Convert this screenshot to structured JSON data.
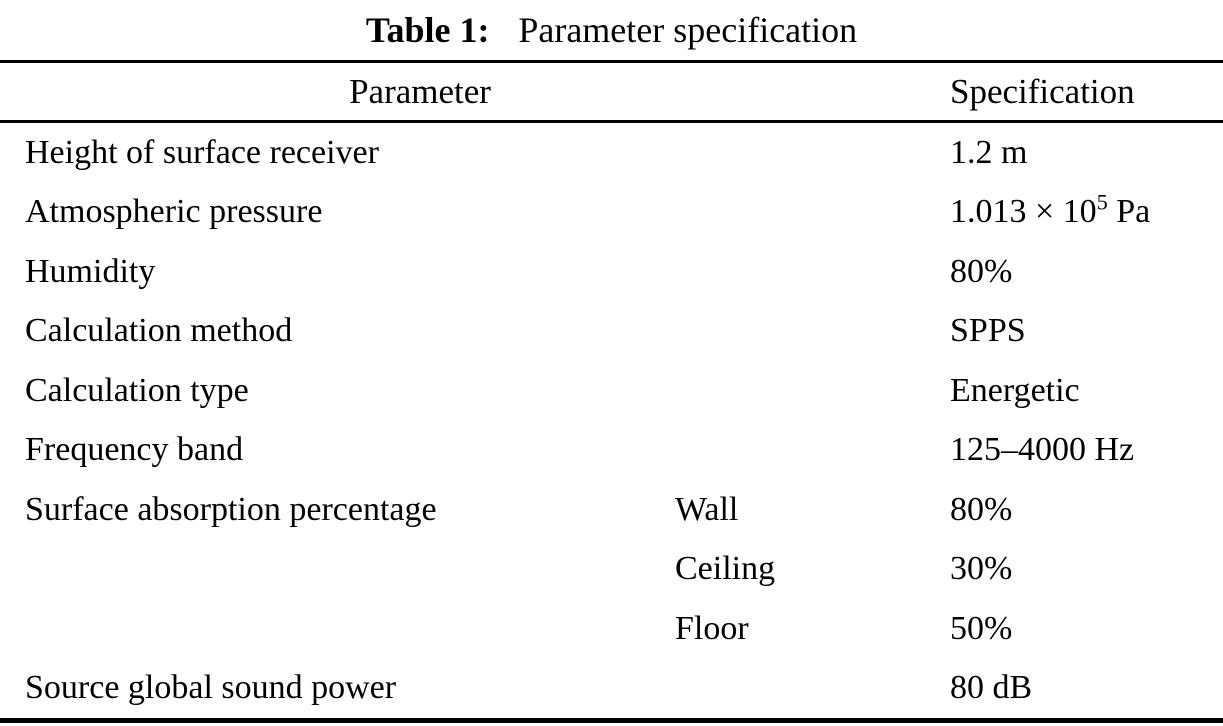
{
  "title": {
    "label": "Table 1:",
    "text": "Parameter specification"
  },
  "colors": {
    "background": "#ffffff",
    "text": "#000000",
    "rule": "#000000"
  },
  "table": {
    "headers": {
      "parameter": "Parameter",
      "specification": "Specification"
    },
    "rows": [
      {
        "param": "Height of surface receiver",
        "sub": "",
        "spec": "1.2 m"
      },
      {
        "param": "Atmospheric pressure",
        "sub": "",
        "spec_base": "1.013 × 10",
        "spec_sup": "5",
        "spec_unit": "Pa"
      },
      {
        "param": "Humidity",
        "sub": "",
        "spec": "80%"
      },
      {
        "param": "Calculation method",
        "sub": "",
        "spec": "SPPS"
      },
      {
        "param": "Calculation type",
        "sub": "",
        "spec": "Energetic"
      },
      {
        "param": "Frequency band",
        "sub": "",
        "spec": "125–4000 Hz"
      },
      {
        "param": "Surface absorption percentage",
        "sub": "Wall",
        "spec": "80%"
      },
      {
        "param": "",
        "sub": "Ceiling",
        "spec": "30%"
      },
      {
        "param": "",
        "sub": "Floor",
        "spec": "50%"
      },
      {
        "param": "Source global sound power",
        "sub": "",
        "spec": "80 dB"
      }
    ]
  }
}
